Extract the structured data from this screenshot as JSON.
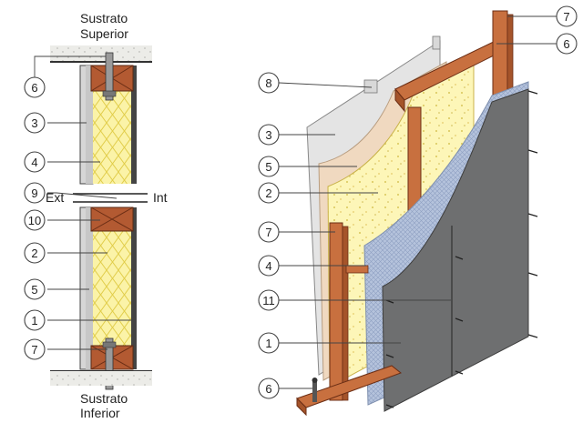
{
  "left_section": {
    "top_label": [
      "Sustrato",
      "Superior"
    ],
    "bottom_label": [
      "Sustrato",
      "Inferior"
    ],
    "ext_label": "Ext",
    "int_label": "Int",
    "callouts": [
      "6",
      "3",
      "4",
      "9",
      "10",
      "2",
      "5",
      "1",
      "7"
    ]
  },
  "right_view": {
    "callouts": [
      "7",
      "6",
      "8",
      "3",
      "5",
      "2",
      "7",
      "4",
      "11",
      "1",
      "6"
    ]
  },
  "colors": {
    "timber": "#c8703f",
    "insulation": "#fbf3a8",
    "board_grey": "#8d8d8d",
    "panel_dark": "#6e6f70",
    "membrane": "#aebcd6",
    "render": "#f0d9c0",
    "gypsum": "#e6e6e6",
    "concrete": "#e9e9e6"
  }
}
